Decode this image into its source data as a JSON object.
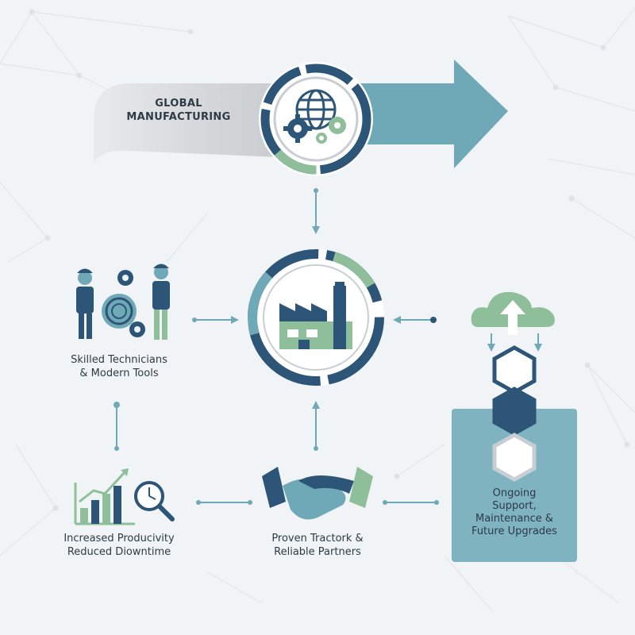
{
  "banner": {
    "line1": "GLOBAL",
    "line2": "MANUFACTURING"
  },
  "nodes": {
    "technicians": {
      "line1": "Skilled Technicians",
      "line2": "& Modern Tools"
    },
    "productivity": {
      "line1": "Increased Producivity",
      "line2": "Reduced Diowntime"
    },
    "partners": {
      "line1": "Proven Tractork &",
      "line2": "Reliable Partners"
    },
    "support": {
      "line1": "Ongoing",
      "line2": "Support,",
      "line3": "Maintenance &",
      "line4": "Future Upgrades"
    }
  },
  "colors": {
    "navy": "#2d5577",
    "teal": "#6fa9b7",
    "green": "#8fbf9a",
    "gray": "#c9ced3",
    "background": "#f1f4f6"
  },
  "icons": [
    "globe-icon",
    "gear-icon",
    "factory-icon",
    "workers-icon",
    "bar-chart-icon",
    "magnifier-clock-icon",
    "handshake-icon",
    "cloud-upload-icon",
    "hexagon-chain-icon"
  ]
}
